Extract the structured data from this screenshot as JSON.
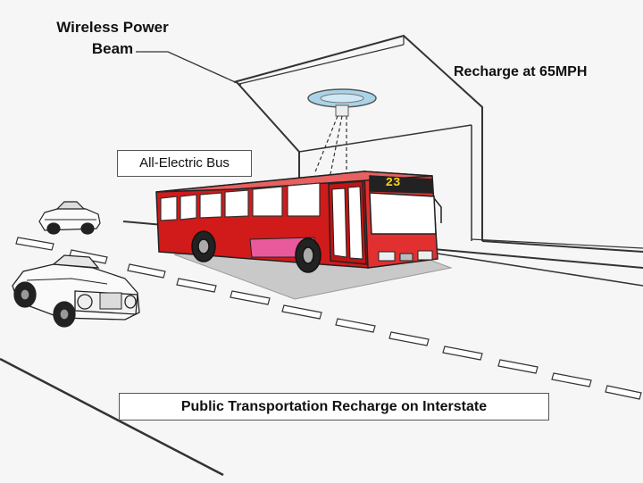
{
  "labels": {
    "beam_line1": "Wireless Power",
    "beam_line2": "Beam",
    "recharge": "Recharge at 65MPH",
    "bus": "All-Electric Bus",
    "caption": "Public Transportation Recharge on Interstate"
  },
  "bus": {
    "route_number": "23",
    "body_color": "#d11a1a",
    "route_color": "#f2d21c"
  }
}
